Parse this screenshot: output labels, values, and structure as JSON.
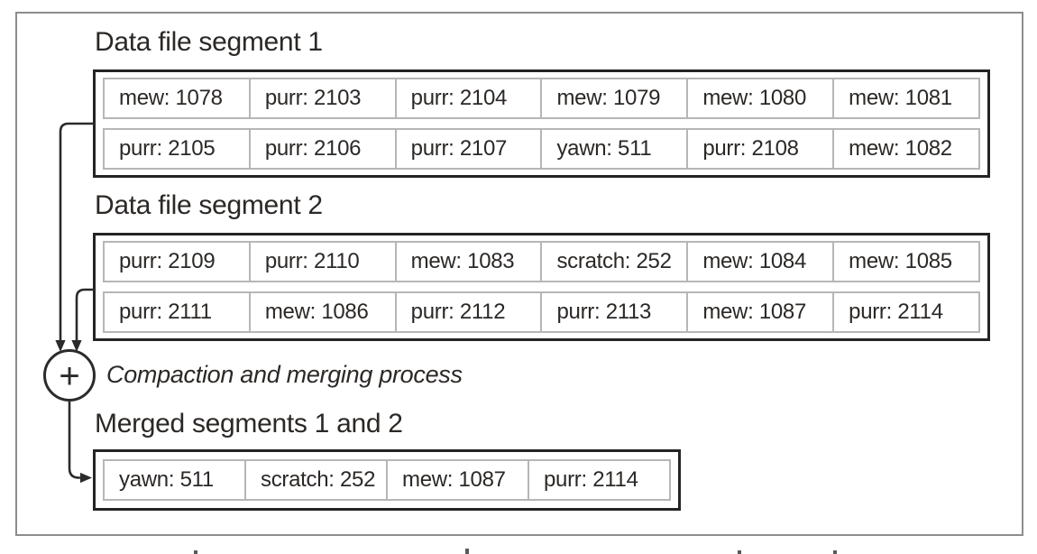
{
  "figure": {
    "ink_color": "#2b2826",
    "box_border_color": "#242424",
    "cell_border_color": "#b6b6b6",
    "frame_border_color": "#8d8d8d",
    "background": "#ffffff"
  },
  "segments": [
    {
      "title": "Data file segment 1",
      "rows": [
        [
          "mew: 1078",
          "purr: 2103",
          "purr: 2104",
          "mew: 1079",
          "mew: 1080",
          "mew: 1081"
        ],
        [
          "purr: 2105",
          "purr: 2106",
          "purr: 2107",
          "yawn: 511",
          "purr: 2108",
          "mew: 1082"
        ]
      ]
    },
    {
      "title": "Data file segment 2",
      "rows": [
        [
          "purr: 2109",
          "purr: 2110",
          "mew: 1083",
          "scratch: 252",
          "mew: 1084",
          "mew: 1085"
        ],
        [
          "purr: 2111",
          "mew: 1086",
          "purr: 2112",
          "purr: 2113",
          "mew: 1087",
          "purr: 2114"
        ]
      ]
    }
  ],
  "merge": {
    "operator": "+",
    "label": "Compaction and merging process"
  },
  "merged": {
    "title": "Merged segments 1 and 2",
    "row": [
      "yawn: 511",
      "scratch: 252",
      "mew: 1087",
      "purr: 2114"
    ]
  }
}
